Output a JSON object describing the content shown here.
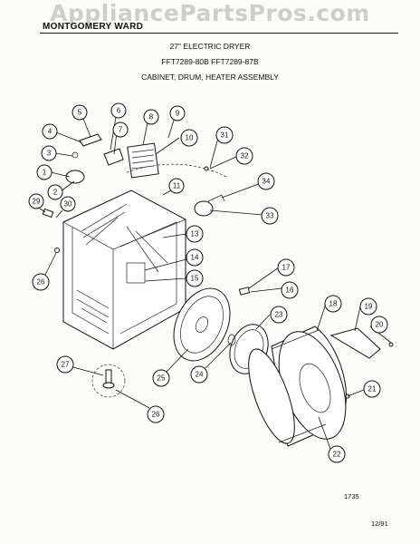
{
  "watermark": "AppliancePartsPros.com",
  "header": {
    "brand": "MONTGOMERY WARD",
    "title": "27\" ELECTRIC DRYER",
    "models": "FFT7289-80B   FFT7289-87B",
    "section": "CABINET, DRUM, HEATER ASSEMBLY"
  },
  "callouts": [
    "1",
    "2",
    "3",
    "4",
    "5",
    "6",
    "7",
    "8",
    "9",
    "10",
    "11",
    "13",
    "14",
    "15",
    "16",
    "17",
    "18",
    "19",
    "20",
    "21",
    "22",
    "23",
    "24",
    "25",
    "26",
    "26",
    "27",
    "29",
    "30",
    "31",
    "32",
    "33",
    "34"
  ],
  "footer": {
    "code": "1735",
    "date": "12/91"
  }
}
